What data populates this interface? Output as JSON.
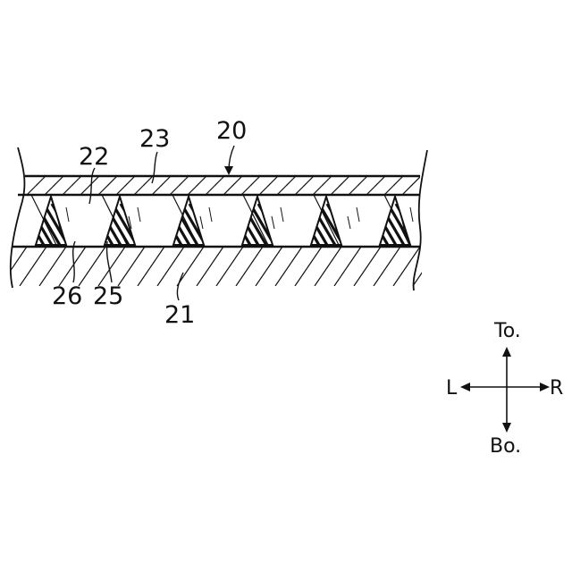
{
  "labels": {
    "ref_20": "20",
    "ref_21": "21",
    "ref_22": "22",
    "ref_23": "23",
    "ref_25": "25",
    "ref_26": "26"
  },
  "compass": {
    "top": "To.",
    "bottom": "Bo.",
    "left": "L",
    "right": "R"
  }
}
